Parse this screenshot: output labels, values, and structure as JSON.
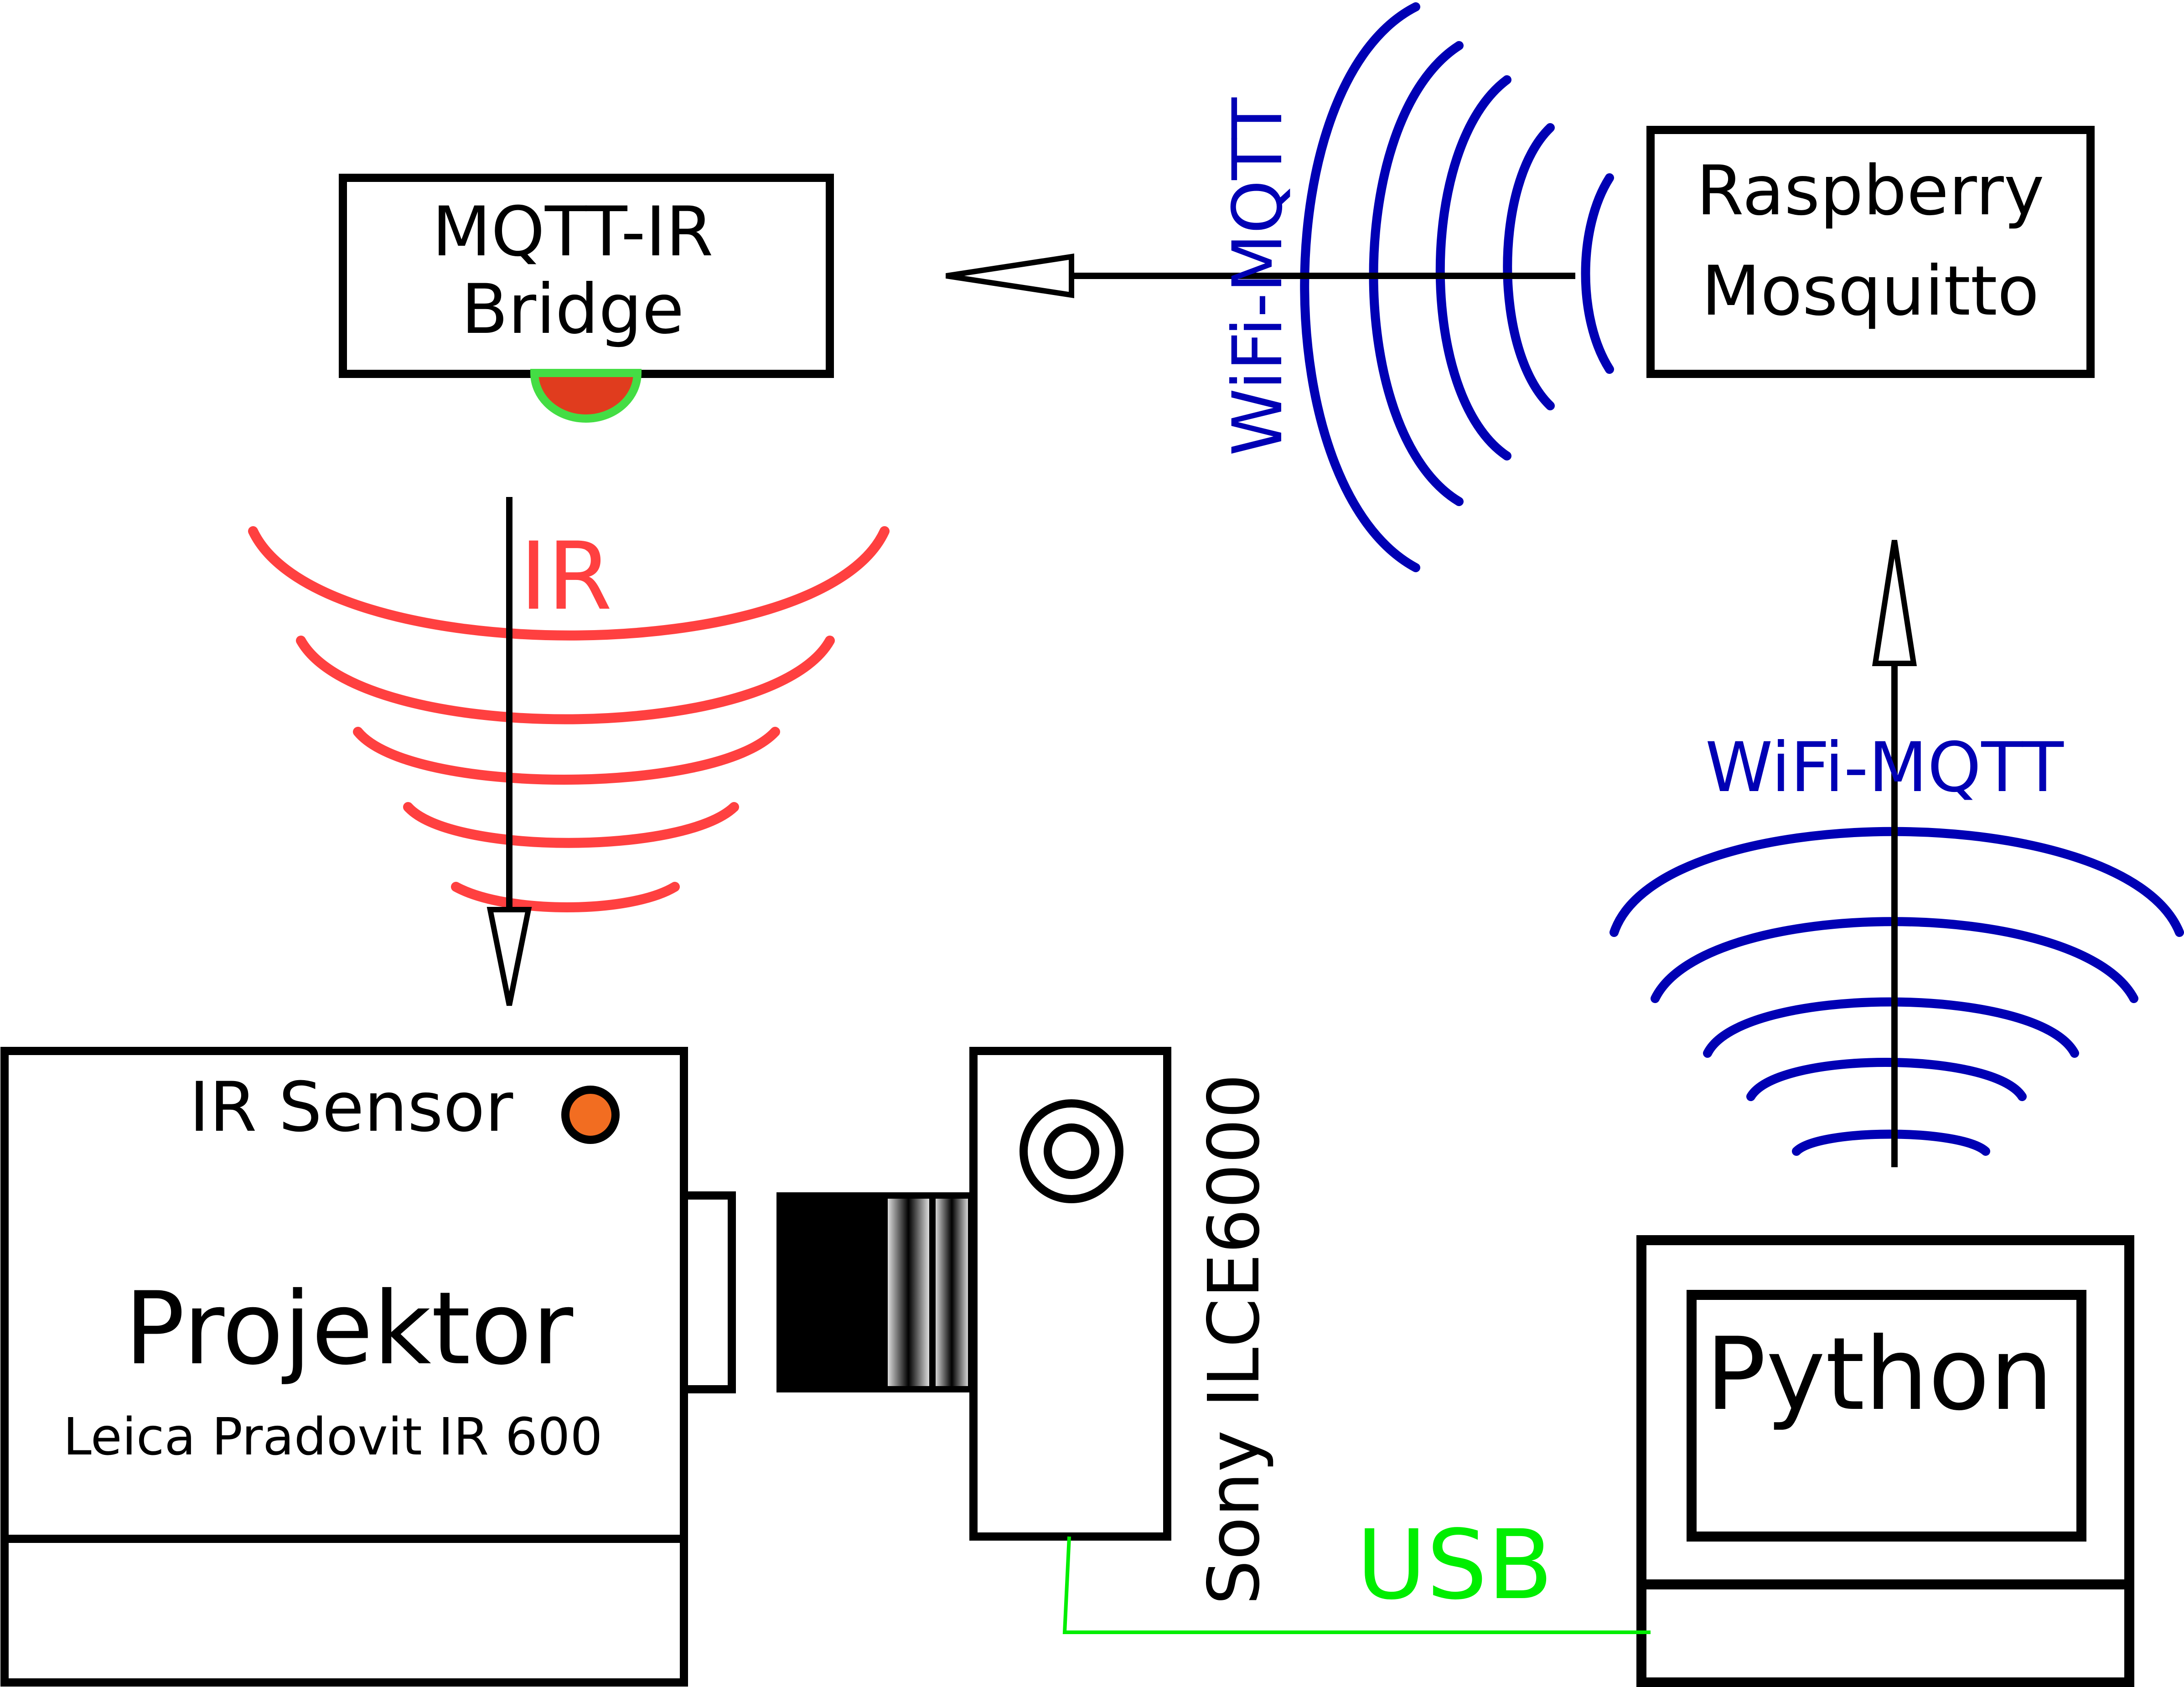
{
  "colors": {
    "ink": "#000000",
    "wifi_blue": "#0000b4",
    "ir_red": "#ff4040",
    "usb_green": "#00ee00",
    "led_green": "#44dd44",
    "led_red": "#e03c1e",
    "sensor_orange": "#f26d21",
    "background": "#ffffff"
  },
  "nodes": {
    "bridge": {
      "line1": "MQTT-IR",
      "line2": "Bridge"
    },
    "raspberry": {
      "line1": "Raspberry",
      "line2": "Mosquitto"
    },
    "projector": {
      "title": "Projektor",
      "model": "Leica Pradovit IR 600",
      "sensor_label": "IR Sensor"
    },
    "camera": {
      "label": "Sony ILCE6000"
    },
    "laptop": {
      "screen_label": "Python"
    }
  },
  "links": {
    "wifi_top": {
      "label": "WiFi-MQTT"
    },
    "wifi_right": {
      "label": "WiFi-MQTT"
    },
    "ir": {
      "label": "IR"
    },
    "usb": {
      "label": "USB"
    }
  },
  "icons": [
    "ir-led-icon",
    "ir-sensor-icon",
    "camera-lens-icon",
    "wifi-waves-icon",
    "ir-waves-icon",
    "arrow-head-icon"
  ]
}
